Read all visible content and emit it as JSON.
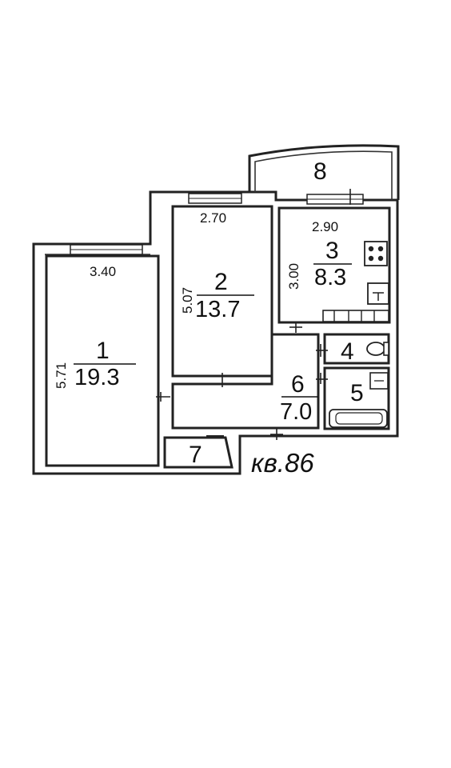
{
  "apartment_label": "кв.86",
  "rooms": [
    {
      "number": "1",
      "area": "19.3",
      "width": "3.40",
      "length": "5.71"
    },
    {
      "number": "2",
      "area": "13.7",
      "width": "2.70",
      "length": "5.07"
    },
    {
      "number": "3",
      "area": "8.3",
      "width": "2.90",
      "length": "3.00"
    },
    {
      "number": "4"
    },
    {
      "number": "5"
    },
    {
      "number": "6",
      "area": "7.0"
    },
    {
      "number": "7"
    },
    {
      "number": "8"
    }
  ],
  "icons": [
    "stove-icon",
    "sink-icon",
    "toilet-icon",
    "washbasin-icon",
    "bathtub-icon",
    "window-icon",
    "door-icon"
  ]
}
